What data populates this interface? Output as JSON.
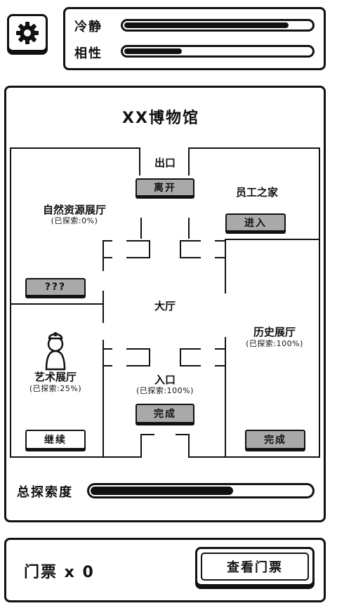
{
  "stats": [
    {
      "label": "冷静",
      "level": 0.88
    },
    {
      "label": "相性",
      "level": 0.32
    }
  ],
  "museum": {
    "title": "XX博物馆",
    "exit_label": "出口",
    "exit_button": "离开",
    "staff_room": {
      "label": "员工之家",
      "button": "进入"
    },
    "nature_hall": {
      "label": "自然资源展厅",
      "explored": "(已探索:0%)",
      "button": "???"
    },
    "lobby_label": "大厅",
    "history_hall": {
      "label": "历史展厅",
      "explored": "(已探索:100%)",
      "button": "完成"
    },
    "art_hall": {
      "label": "艺术展厅",
      "explored": "(已探索:25%)",
      "button": "继续"
    },
    "entrance": {
      "label": "入口",
      "explored": "(已探索:100%)",
      "button": "完成"
    }
  },
  "progress": {
    "label": "总探索度",
    "level": 0.65
  },
  "tickets": {
    "label": "门票 x 0",
    "button": "查看门票"
  },
  "icons": {
    "settings": "gear-icon",
    "player": "player-character-icon"
  },
  "colors": {
    "ink": "#111111",
    "button_gray": "#a9a9a9",
    "background": "#ffffff"
  }
}
